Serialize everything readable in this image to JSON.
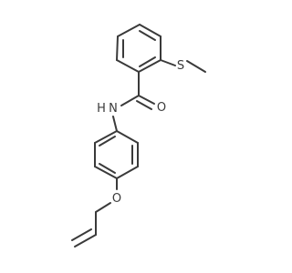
{
  "molecule": {
    "atoms": {
      "sulfur": "S",
      "nitrogen": "N",
      "amide_hydrogen": "H",
      "carbonyl_oxygen": "O",
      "ether_oxygen": "O"
    },
    "colors": {
      "bond": "#3a3a3a",
      "label": "#3a3a3a",
      "background": "#ffffff"
    }
  }
}
